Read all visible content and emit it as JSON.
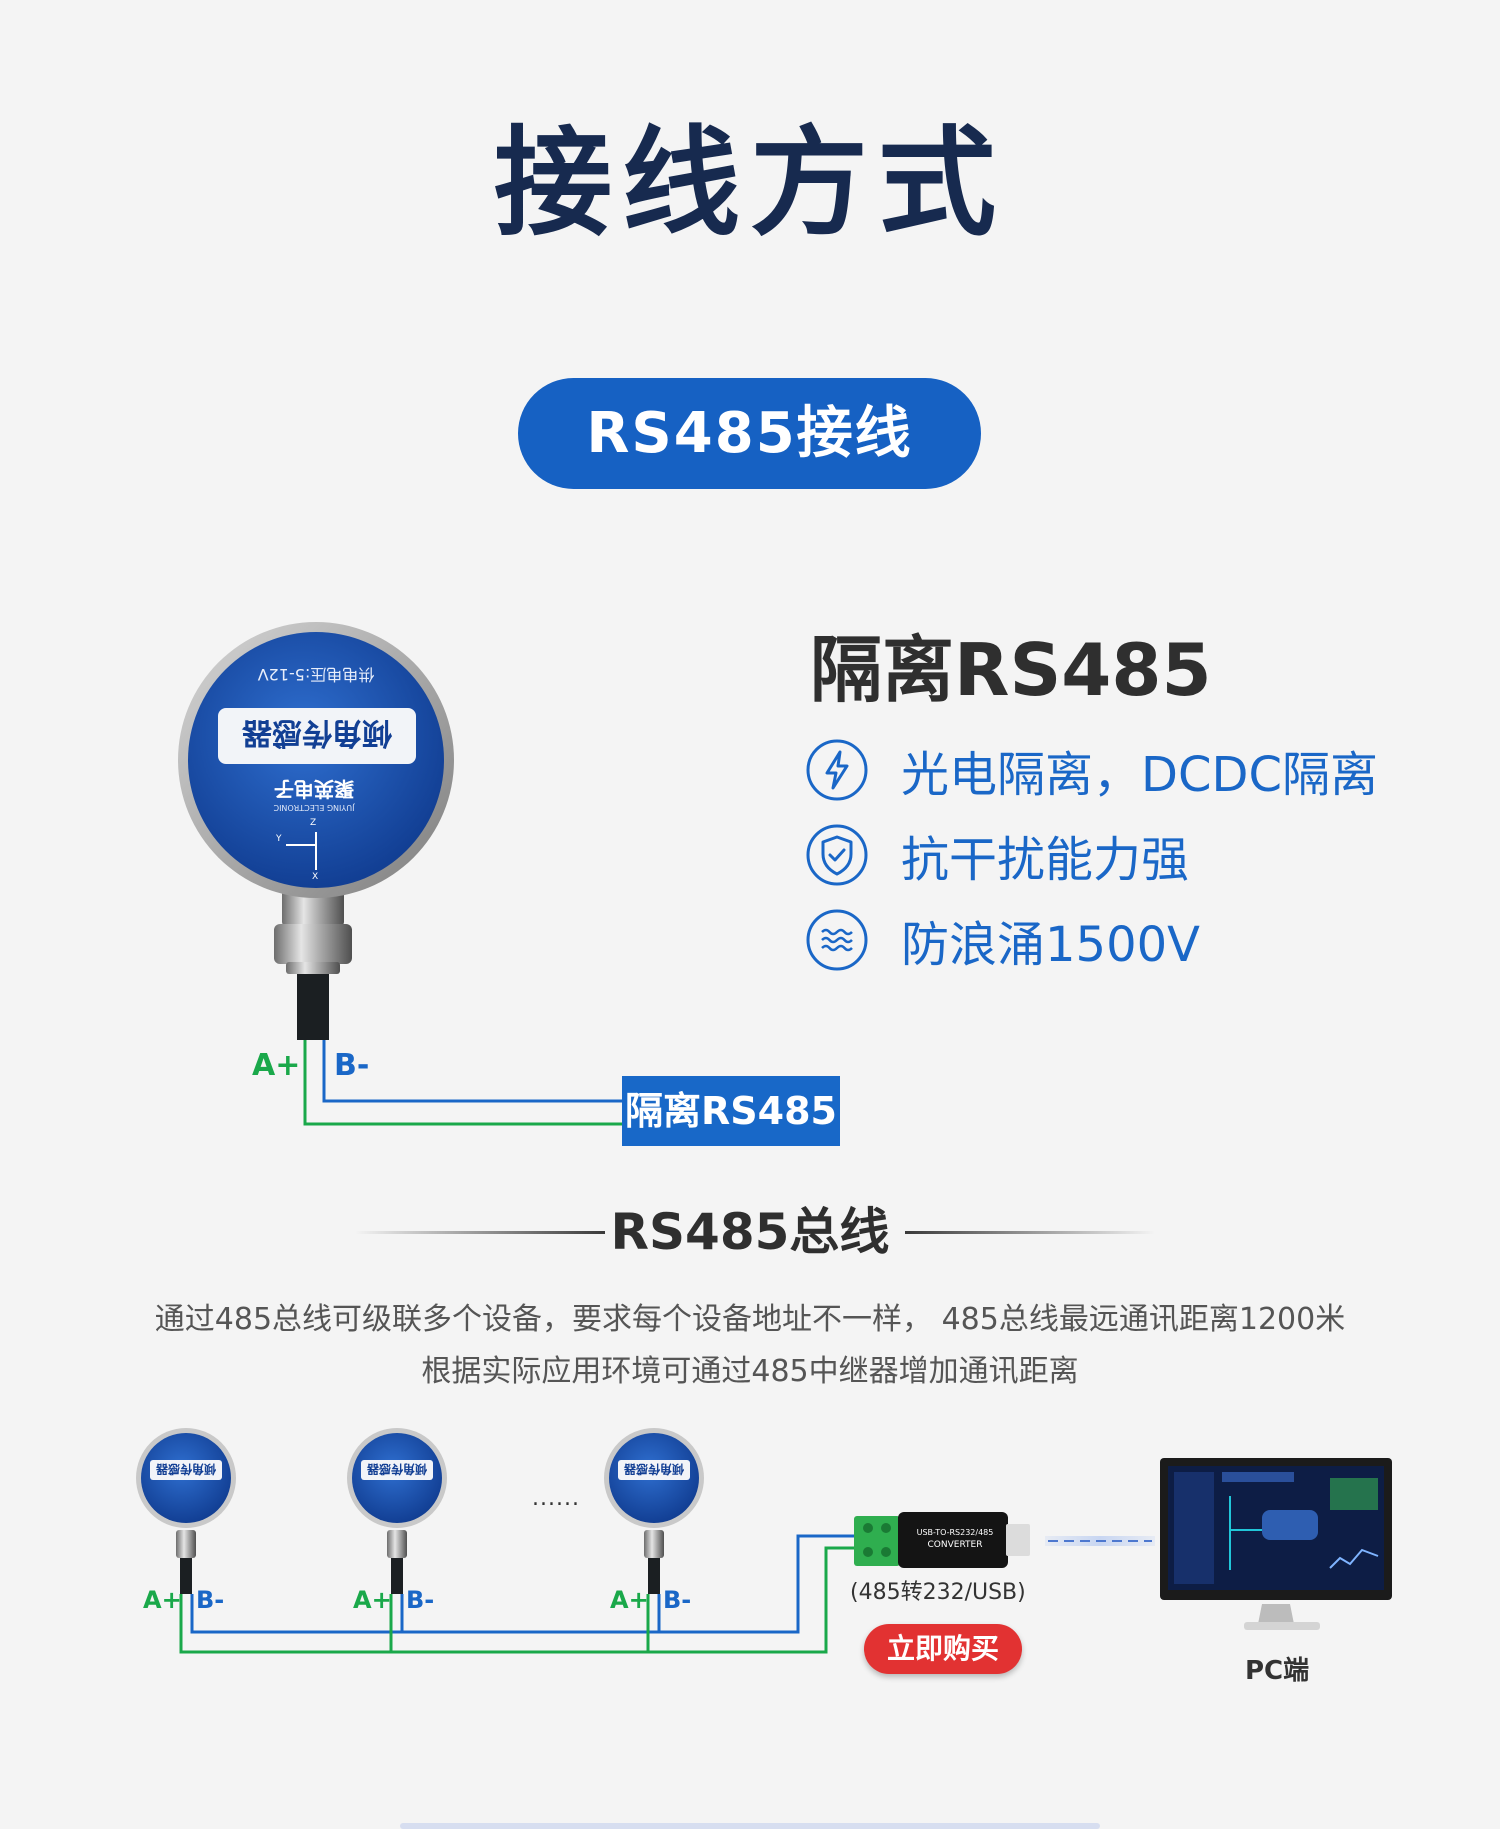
{
  "page_title": "接线方式",
  "section_pill": "RS485接线",
  "sensor": {
    "label": "倾角传感器",
    "voltage_text": "供电电压:5-12V",
    "brand": "聚英电子",
    "brand_en": "JUYING ELECTRONIC",
    "axis_labels": [
      "Z",
      "Y",
      "X"
    ]
  },
  "features": {
    "heading": "隔离RS485",
    "items": [
      {
        "text": "光电隔离，DCDC隔离",
        "icon": "lightning-icon"
      },
      {
        "text": "抗干扰能力强",
        "icon": "shield-check-icon"
      },
      {
        "text": "防浪涌1500V",
        "icon": "waves-icon"
      }
    ]
  },
  "wiring": {
    "a_label": "A+",
    "b_label": "B-",
    "iso_box": "隔离RS485"
  },
  "bus": {
    "title": "RS485总线",
    "desc_line1": "通过485总线可级联多个设备，要求每个设备地址不一样， 485总线最远通讯距离1200米",
    "desc_line2": "根据实际应用环境可通过485中继器增加通讯距离",
    "ellipsis": "......",
    "converter_caption": "(485转232/USB)",
    "converter_text_line1": "USB-TO-RS232/485",
    "converter_text_line2": "CONVERTER",
    "buy_button": "立即购买",
    "pc_label": "PC端"
  },
  "colors": {
    "title": "#172a4f",
    "primary_blue": "#1661c3",
    "green_wire": "#1aa84a",
    "blue_wire": "#1a67c7",
    "buy_red": "#e23232"
  }
}
